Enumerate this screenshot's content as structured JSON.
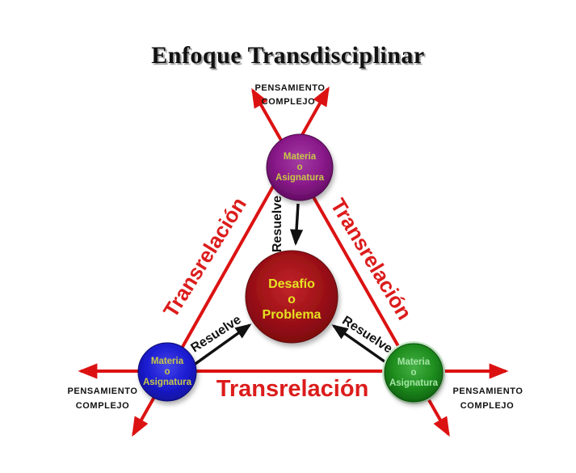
{
  "title": "Enfoque Transdisciplinar",
  "labels": {
    "complex_thinking_line1": "PENSAMIENTO",
    "complex_thinking_line2": "COMPLEJO",
    "transrelation": "Transrelación",
    "resolves": "Resuelve"
  },
  "nodes": {
    "subject": {
      "line1": "Materia",
      "line2": "o",
      "line3": "Asignatura"
    },
    "challenge": {
      "line1": "Desafío",
      "line2": "o",
      "line3": "Problema"
    }
  },
  "colors": {
    "background": "#ffffff",
    "arrow_red": "#dc1212",
    "arrow_black": "#111111",
    "label_red": "#dc1c1c",
    "label_black": "#111111",
    "node_purple": "#8b1a8b",
    "node_blue": "#1c1cd2",
    "node_green": "#1f8e1f",
    "node_dark_red": "#9c1116",
    "subject_text_yellow": "#c8c848",
    "subject_text_green": "#a5e6a5",
    "challenge_text_yellow": "#e6e322"
  }
}
